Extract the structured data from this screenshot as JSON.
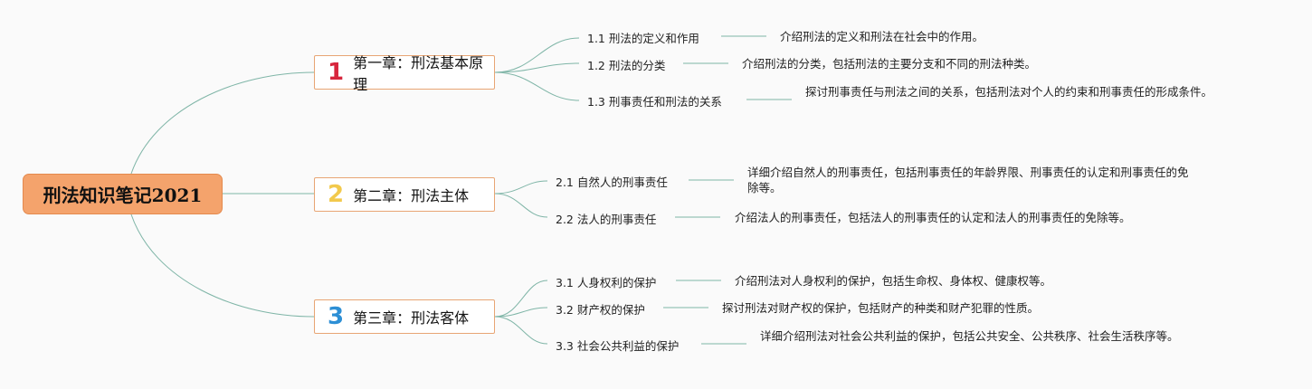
{
  "root": {
    "title": "刑法知识笔记2021"
  },
  "colors": {
    "root_fill": "#f4a36c",
    "chapter_border": "#e8a574",
    "link": "#7fb5a7",
    "num1": "#d7263d",
    "num2": "#f2c94c",
    "num3": "#2d8fd5"
  },
  "chapters": [
    {
      "number": "1",
      "title": "第一章：刑法基本原理",
      "sections": [
        {
          "label": "1.1 刑法的定义和作用",
          "desc": "介绍刑法的定义和刑法在社会中的作用。"
        },
        {
          "label": "1.2 刑法的分类",
          "desc": "介绍刑法的分类，包括刑法的主要分支和不同的刑法种类。"
        },
        {
          "label": "1.3 刑事责任和刑法的关系",
          "desc": "探讨刑事责任与刑法之间的关系，包括刑法对个人的约束和刑事责任的形成条件。"
        }
      ]
    },
    {
      "number": "2",
      "title": "第二章：刑法主体",
      "sections": [
        {
          "label": "2.1 自然人的刑事责任",
          "desc": "详细介绍自然人的刑事责任，包括刑事责任的年龄界限、刑事责任的认定和刑事责任的免除等。"
        },
        {
          "label": "2.2 法人的刑事责任",
          "desc": "介绍法人的刑事责任，包括法人的刑事责任的认定和法人的刑事责任的免除等。"
        }
      ]
    },
    {
      "number": "3",
      "title": "第三章：刑法客体",
      "sections": [
        {
          "label": "3.1 人身权利的保护",
          "desc": "介绍刑法对人身权利的保护，包括生命权、身体权、健康权等。"
        },
        {
          "label": "3.2 财产权的保护",
          "desc": "探讨刑法对财产权的保护，包括财产的种类和财产犯罪的性质。"
        },
        {
          "label": "3.3 社会公共利益的保护",
          "desc": "详细介绍刑法对社会公共利益的保护，包括公共安全、公共秩序、社会生活秩序等。"
        }
      ]
    }
  ]
}
